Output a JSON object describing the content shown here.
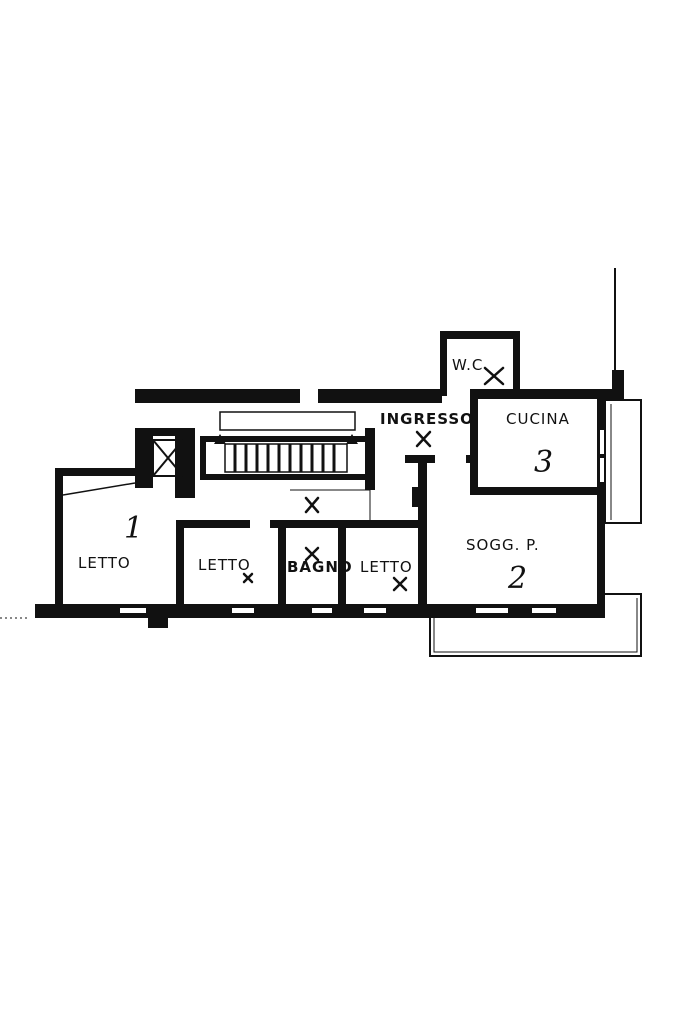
{
  "rooms": {
    "wc": "W.C.",
    "ingresso": "INGRESSO",
    "cucina": "CUCINA",
    "soggiorno": "SOGG. P.",
    "letto_1": "LETTO",
    "letto_2": "LETTO",
    "bagno": "BAGNO",
    "letto_3": "LETTO"
  },
  "room_numbers": {
    "letto_1": "1",
    "cucina": "3",
    "soggiorno": "2"
  },
  "colors": {
    "ink": "#111111",
    "paper": "#ffffff"
  },
  "icons": [
    "cross-mark-icon",
    "stair-icon",
    "elevator-icon"
  ]
}
